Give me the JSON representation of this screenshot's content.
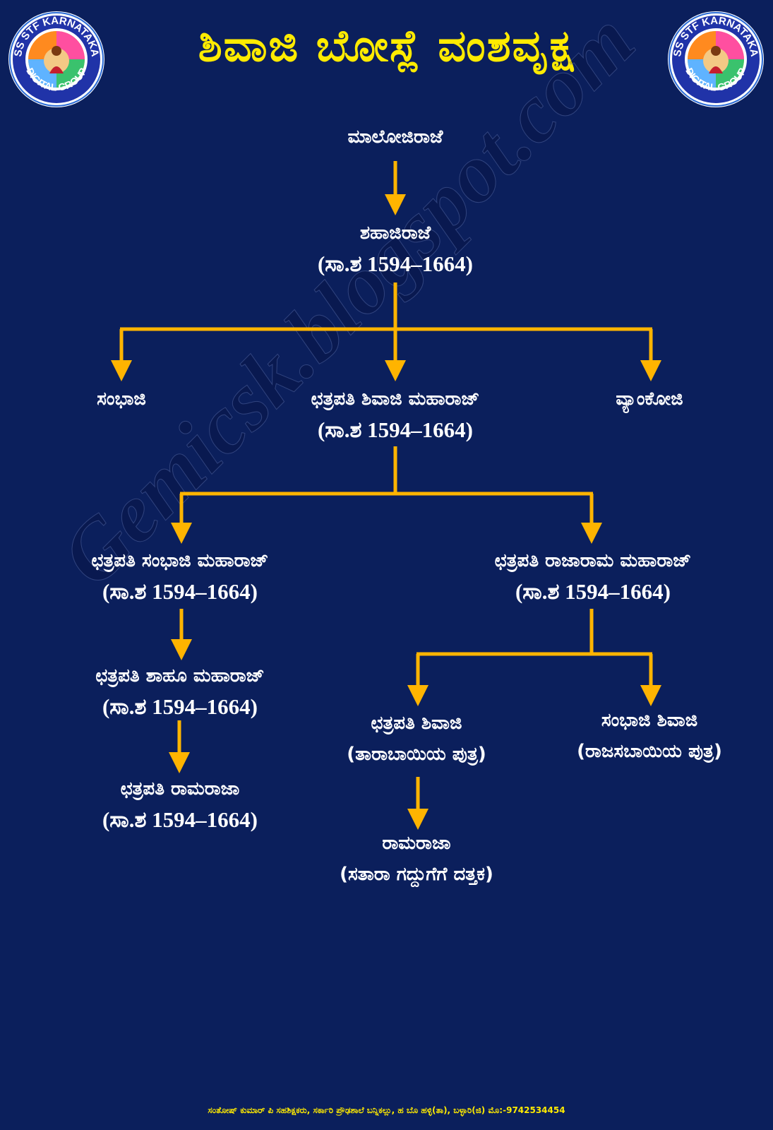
{
  "title": "ಶಿವಾಜಿ ಬೋಸ್ಲೆ ವಂಶವೃಕ್ಷ",
  "logo": {
    "text_top": "SS STF KARNATAKA",
    "text_bottom": "DIGITAL GROUP"
  },
  "watermark": "Gemicsk.blogspot.com",
  "colors": {
    "background": "#0b1f5c",
    "title": "#ffeb00",
    "arrow": "#ffb400",
    "text": "#ffffff"
  },
  "tree": {
    "maloji": {
      "name": "ಮಾಲೋಜಿರಾಜೆ"
    },
    "shahaji": {
      "name": "ಶಹಾಜಿರಾಜೆ",
      "years": "(ಸಾ.ಶ  1594–1664)"
    },
    "sambhaji": {
      "name": "ಸಂಭಾಜಿ"
    },
    "shivaji": {
      "name": "ಛತ್ರಪತಿ ಶಿವಾಜಿ ಮಹಾರಾಜ್",
      "years": "(ಸಾ.ಶ  1594–1664)"
    },
    "vyankoji": {
      "name": "ವ್ಯಾಂಕೋಜಿ"
    },
    "sambhaji_maharaj": {
      "name": "ಛತ್ರಪತಿ ಸಂಭಾಜಿ ಮಹಾರಾಜ್",
      "years": "(ಸಾ.ಶ  1594–1664)"
    },
    "rajaram": {
      "name": "ಛತ್ರಪತಿ ರಾಜಾರಾಮ ಮಹಾರಾಜ್",
      "years": "(ಸಾ.ಶ  1594–1664)"
    },
    "shahu": {
      "name": "ಛತ್ರಪತಿ ಶಾಹೂ ಮಹಾರಾಜ್",
      "years": "(ಸಾ.ಶ  1594–1664)"
    },
    "ramaraja_left": {
      "name": "ಛತ್ರಪತಿ ರಾಮರಾಜಾ",
      "years": "(ಸಾ.ಶ 1594–1664)"
    },
    "shivaji2": {
      "name": "ಛತ್ರಪತಿ ಶಿವಾಜಿ",
      "note": "(ತಾರಾಬಾಯಿಯ ಪುತ್ರ)"
    },
    "sambhaji_shivaji": {
      "name": "ಸಂಭಾಜಿ ಶಿವಾಜಿ",
      "note": "(ರಾಜಸಬಾಯಿಯ ಪುತ್ರ)"
    },
    "ramaraja_right": {
      "name": "ರಾಮರಾಜಾ",
      "note": "(ಸತಾರಾ ಗದ್ದುಗೆಗೆ ದತ್ತಕ)"
    }
  },
  "footer": "ಸಂತೋಷ್ ಕುಮಾರ್ ಪಿ ಸಹಶಿಕ್ಷಕರು, ಸರ್ಕಾರಿ ಪ್ರೌಢಶಾಲೆ ಬನ್ನಿಕಲ್ಲು, ಹ ಬೊ ಹಳ್ಳಿ(ತಾ), ಬಳ್ಳಾರಿ(ಜಿ) ಮೊ:-9742534454"
}
